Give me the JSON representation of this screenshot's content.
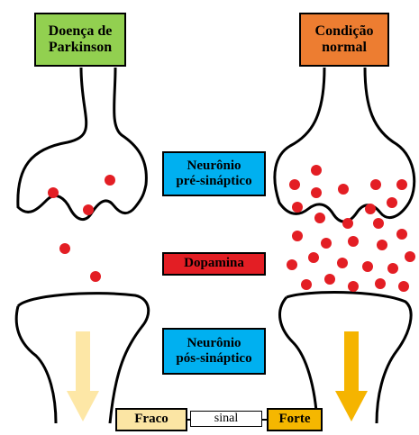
{
  "labels": {
    "parkinson": [
      "Doença de",
      "Parkinson"
    ],
    "normal": [
      "Condição",
      "normal"
    ],
    "pre_synaptic": [
      "Neurônio",
      "pré-sináptico"
    ],
    "dopamine": "Dopamina",
    "post_synaptic": [
      "Neurônio",
      "pós-sináptico"
    ],
    "weak": "Fraco",
    "signal": "sinal",
    "strong": "Forte"
  },
  "colors": {
    "parkinson_box": "#92d050",
    "normal_box": "#ed7d31",
    "neuron_box": "#00b0f0",
    "dopamine_box": "#e31e24",
    "dot": "#e31e24",
    "weak_box": "#fbe5a4",
    "strong_box": "#f5b700",
    "weak_arrow": "#fde7a6",
    "strong_arrow": "#f5b400"
  },
  "icons": {
    "weak_arrow": "down-arrow",
    "strong_arrow": "down-arrow"
  }
}
